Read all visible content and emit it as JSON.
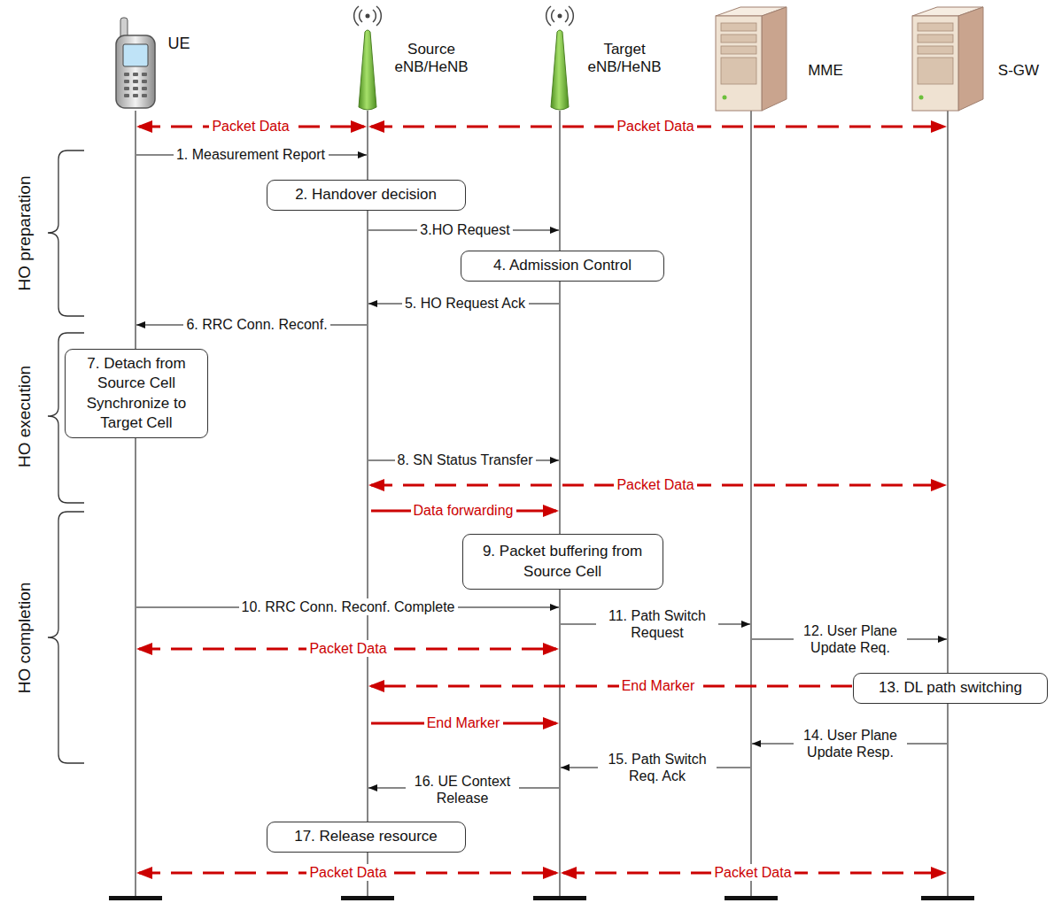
{
  "diagram": {
    "nodes": [
      {
        "text": [
          "2. Handover decision"
        ]
      },
      {
        "text": [
          "4. Admission Control"
        ]
      },
      {
        "text": [
          "7. Detach from Source Cell Synchronize to Target Cell"
        ]
      },
      {
        "text": [
          "9. Packet buffering from Source Cell"
        ]
      },
      {
        "text": [
          "13. DL path switching"
        ]
      },
      {
        "text": [
          "17. Release resource"
        ]
      }
    ],
    "labels": [
      "UE",
      "Source eNB/HeNB",
      "Target eNB/HeNB",
      "MME",
      "S-GW",
      "HO preparation",
      "HO execution",
      "HO completion",
      "Packet Data",
      "Packet Data",
      "1. Measurement Report",
      "3.HO Request",
      "5. HO Request Ack",
      "6. RRC Conn. Reconf.",
      "8. SN Status Transfer",
      "Packet Data",
      "Data forwarding",
      "10. RRC Conn. Reconf. Complete",
      "11. Path Switch Request",
      "12. User Plane Update Req.",
      "Packet Data",
      "End Marker",
      "End Marker",
      "14. User Plane Update Resp.",
      "15. Path Switch Req. Ack",
      "16. UE Context Release",
      "Packet Data",
      "Packet Data"
    ]
  }
}
